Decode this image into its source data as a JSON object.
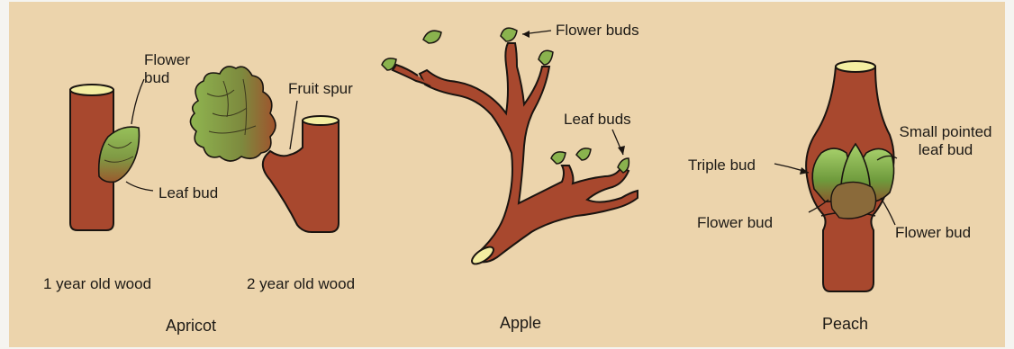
{
  "apricot": {
    "caption": "Apricot",
    "one_year": {
      "caption": "1 year old wood",
      "flower_bud_label": "Flower bud",
      "leaf_bud_label": "Leaf bud"
    },
    "two_year": {
      "caption": "2 year old wood",
      "fruit_spur_label": "Fruit spur"
    }
  },
  "apple": {
    "caption": "Apple",
    "flower_buds_label": "Flower buds",
    "leaf_buds_label": "Leaf buds"
  },
  "peach": {
    "caption": "Peach",
    "small_pointed_leaf_bud_label": "Small pointed leaf bud",
    "triple_bud_label": "Triple bud",
    "flower_bud_left_label": "Flower bud",
    "flower_bud_right_label": "Flower bud"
  },
  "colors": {
    "background": "#ecd4ac",
    "wood": "#a8482e",
    "wood_outline": "#1a1410",
    "cut_face": "#f4eea2",
    "bud_green": "#8ab34e",
    "bud_brown": "#9a5a2e"
  }
}
